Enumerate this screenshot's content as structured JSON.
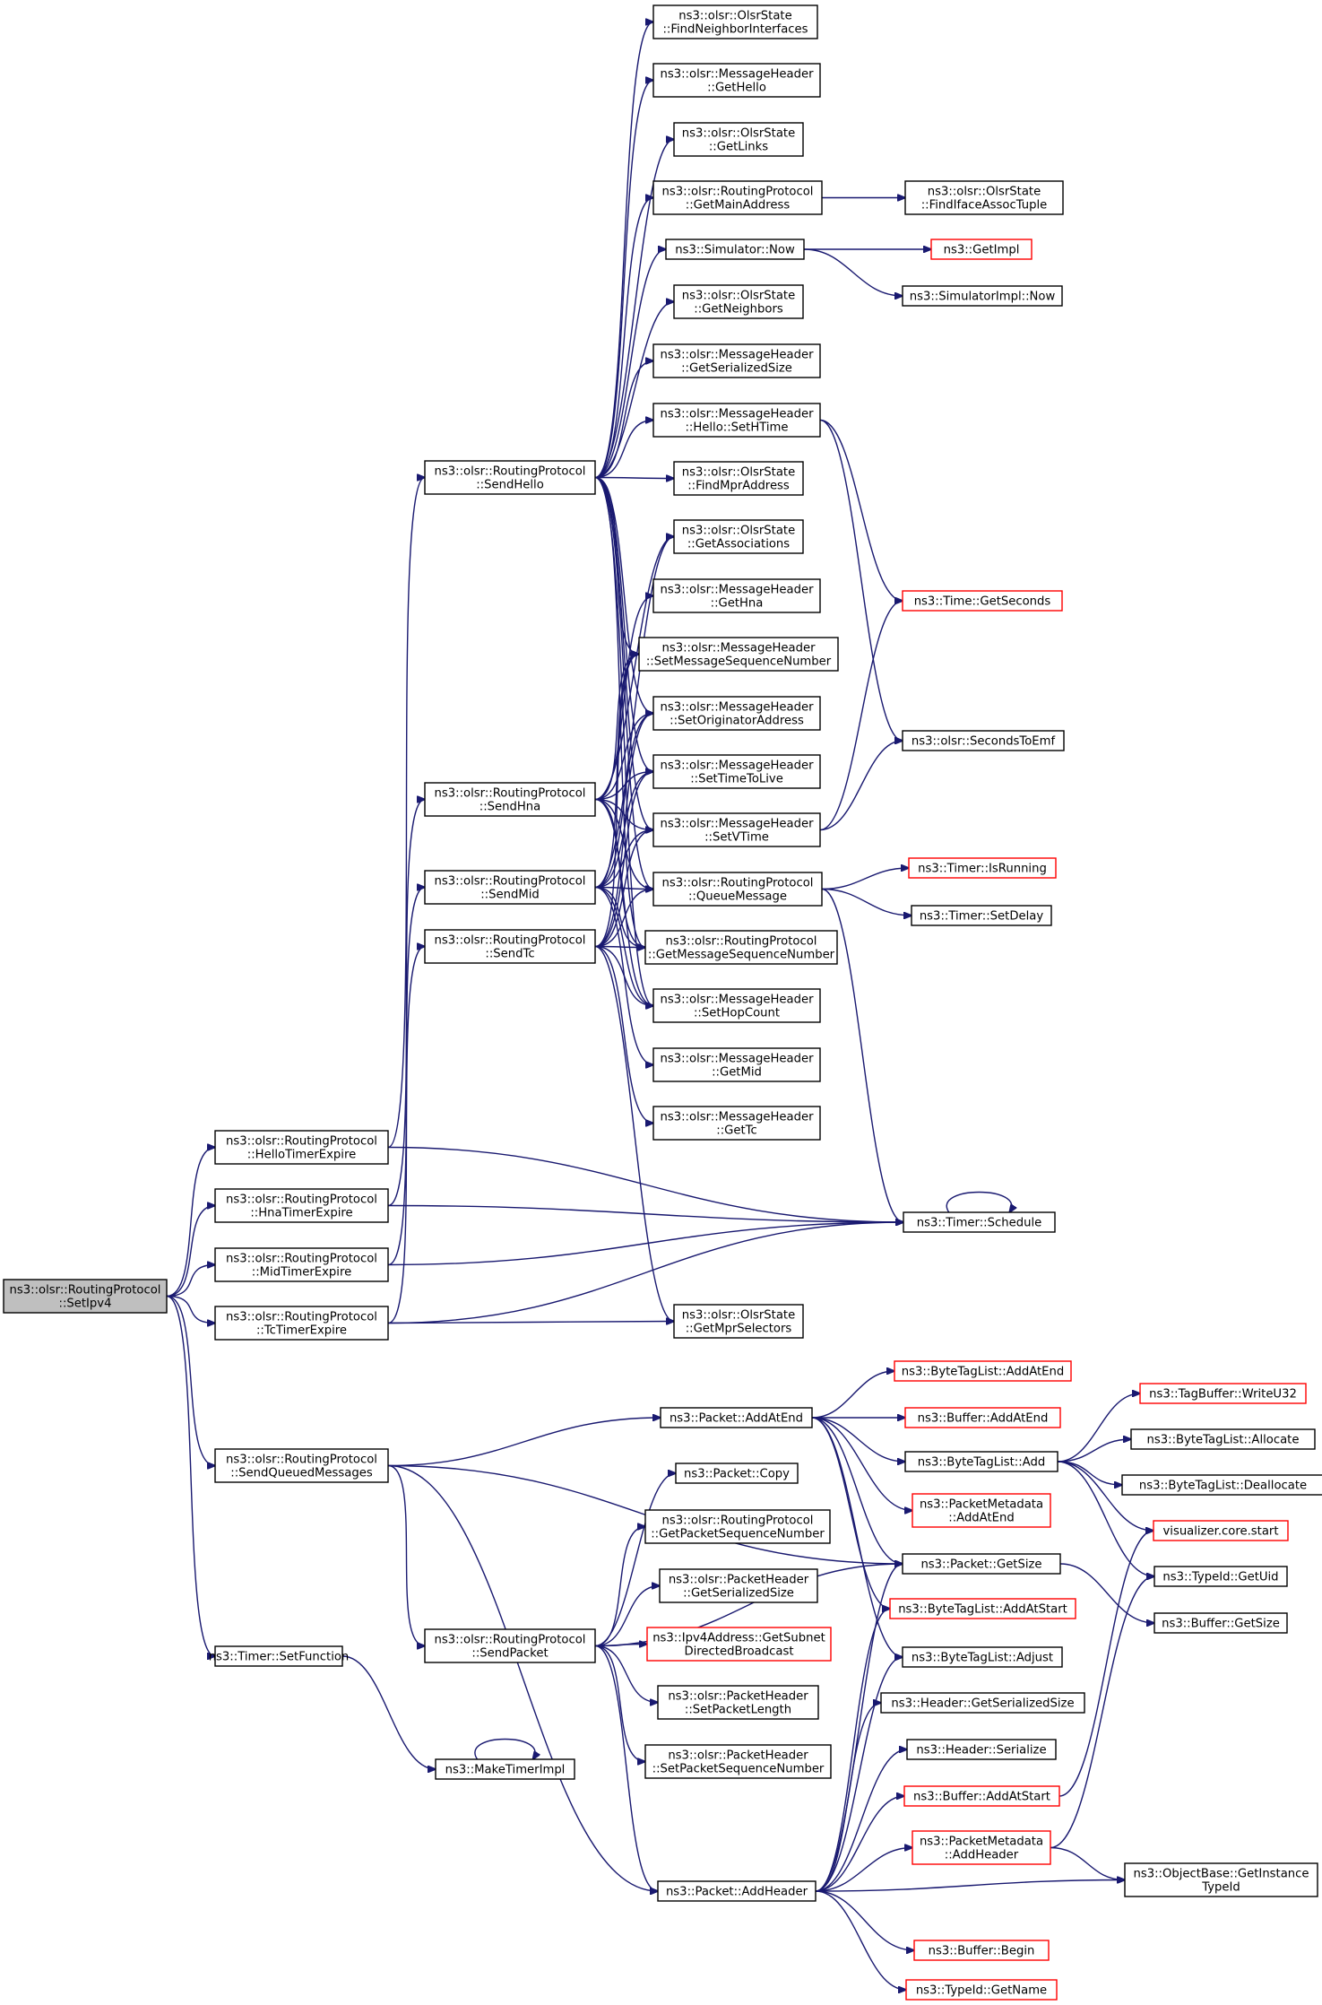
{
  "colors": {
    "edge": "#191970",
    "node_border": "#000000",
    "node_border_truncated": "#ff0000",
    "root_fill": "#bfbfbf",
    "node_fill": "#ffffff"
  },
  "nodes": [
    {
      "id": "setipv4",
      "lines": [
        "ns3::olsr::RoutingProtocol",
        "::SetIpv4"
      ],
      "root": true
    },
    {
      "id": "hellotimer",
      "lines": [
        "ns3::olsr::RoutingProtocol",
        "::HelloTimerExpire"
      ]
    },
    {
      "id": "hnatimer",
      "lines": [
        "ns3::olsr::RoutingProtocol",
        "::HnaTimerExpire"
      ]
    },
    {
      "id": "midtimer",
      "lines": [
        "ns3::olsr::RoutingProtocol",
        "::MidTimerExpire"
      ]
    },
    {
      "id": "tctimer",
      "lines": [
        "ns3::olsr::RoutingProtocol",
        "::TcTimerExpire"
      ]
    },
    {
      "id": "sendqueued",
      "lines": [
        "ns3::olsr::RoutingProtocol",
        "::SendQueuedMessages"
      ]
    },
    {
      "id": "setfunction",
      "lines": [
        "ns3::Timer::SetFunction"
      ]
    },
    {
      "id": "sendhello",
      "lines": [
        "ns3::olsr::RoutingProtocol",
        "::SendHello"
      ]
    },
    {
      "id": "sendhna",
      "lines": [
        "ns3::olsr::RoutingProtocol",
        "::SendHna"
      ]
    },
    {
      "id": "sendmid",
      "lines": [
        "ns3::olsr::RoutingProtocol",
        "::SendMid"
      ]
    },
    {
      "id": "sendtc",
      "lines": [
        "ns3::olsr::RoutingProtocol",
        "::SendTc"
      ]
    },
    {
      "id": "sendpacket",
      "lines": [
        "ns3::olsr::RoutingProtocol",
        "::SendPacket"
      ]
    },
    {
      "id": "maketimerimpl",
      "lines": [
        "ns3::MakeTimerImpl"
      ]
    },
    {
      "id": "findneighborifaces",
      "lines": [
        "ns3::olsr::OlsrState",
        "::FindNeighborInterfaces"
      ]
    },
    {
      "id": "gethello",
      "lines": [
        "ns3::olsr::MessageHeader",
        "::GetHello"
      ]
    },
    {
      "id": "getlinks",
      "lines": [
        "ns3::olsr::OlsrState",
        "::GetLinks"
      ]
    },
    {
      "id": "getmainaddr",
      "lines": [
        "ns3::olsr::RoutingProtocol",
        "::GetMainAddress"
      ]
    },
    {
      "id": "simnow",
      "lines": [
        "ns3::Simulator::Now"
      ]
    },
    {
      "id": "getneighbors",
      "lines": [
        "ns3::olsr::OlsrState",
        "::GetNeighbors"
      ]
    },
    {
      "id": "getserialsize_mh",
      "lines": [
        "ns3::olsr::MessageHeader",
        "::GetSerializedSize"
      ]
    },
    {
      "id": "sethtime",
      "lines": [
        "ns3::olsr::MessageHeader",
        "::Hello::SetHTime"
      ]
    },
    {
      "id": "findmpraddr",
      "lines": [
        "ns3::olsr::OlsrState",
        "::FindMprAddress"
      ]
    },
    {
      "id": "getassoc",
      "lines": [
        "ns3::olsr::OlsrState",
        "::GetAssociations"
      ]
    },
    {
      "id": "gethna",
      "lines": [
        "ns3::olsr::MessageHeader",
        "::GetHna"
      ]
    },
    {
      "id": "setmsgseq",
      "lines": [
        "ns3::olsr::MessageHeader",
        "::SetMessageSequenceNumber"
      ]
    },
    {
      "id": "setorigaddr",
      "lines": [
        "ns3::olsr::MessageHeader",
        "::SetOriginatorAddress"
      ]
    },
    {
      "id": "setttl",
      "lines": [
        "ns3::olsr::MessageHeader",
        "::SetTimeToLive"
      ]
    },
    {
      "id": "setvtime",
      "lines": [
        "ns3::olsr::MessageHeader",
        "::SetVTime"
      ]
    },
    {
      "id": "queuemsg",
      "lines": [
        "ns3::olsr::RoutingProtocol",
        "::QueueMessage"
      ]
    },
    {
      "id": "getmsgseq",
      "lines": [
        "ns3::olsr::RoutingProtocol",
        "::GetMessageSequenceNumber"
      ]
    },
    {
      "id": "sethopcount",
      "lines": [
        "ns3::olsr::MessageHeader",
        "::SetHopCount"
      ]
    },
    {
      "id": "getmid",
      "lines": [
        "ns3::olsr::MessageHeader",
        "::GetMid"
      ]
    },
    {
      "id": "gettc",
      "lines": [
        "ns3::olsr::MessageHeader",
        "::GetTc"
      ]
    },
    {
      "id": "getmprsel",
      "lines": [
        "ns3::olsr::OlsrState",
        "::GetMprSelectors"
      ]
    },
    {
      "id": "addatend",
      "lines": [
        "ns3::Packet::AddAtEnd"
      ]
    },
    {
      "id": "pktcopy",
      "lines": [
        "ns3::Packet::Copy"
      ]
    },
    {
      "id": "getpktseq",
      "lines": [
        "ns3::olsr::RoutingProtocol",
        "::GetPacketSequenceNumber"
      ]
    },
    {
      "id": "getserialsize_ph",
      "lines": [
        "ns3::olsr::PacketHeader",
        "::GetSerializedSize"
      ]
    },
    {
      "id": "ipv4subnet",
      "lines": [
        "ns3::Ipv4Address::GetSubnet",
        "DirectedBroadcast"
      ],
      "red": true
    },
    {
      "id": "setpktlen",
      "lines": [
        "ns3::olsr::PacketHeader",
        "::SetPacketLength"
      ]
    },
    {
      "id": "setpktseq",
      "lines": [
        "ns3::olsr::PacketHeader",
        "::SetPacketSequenceNumber"
      ]
    },
    {
      "id": "addheader",
      "lines": [
        "ns3::Packet::AddHeader"
      ]
    },
    {
      "id": "findiface",
      "lines": [
        "ns3::olsr::OlsrState",
        "::FindIfaceAssocTuple"
      ]
    },
    {
      "id": "getimpl",
      "lines": [
        "ns3::GetImpl"
      ],
      "red": true
    },
    {
      "id": "simimplnow",
      "lines": [
        "ns3::SimulatorImpl::Now"
      ]
    },
    {
      "id": "getseconds",
      "lines": [
        "ns3::Time::GetSeconds"
      ],
      "red": true
    },
    {
      "id": "secondstoemf",
      "lines": [
        "ns3::olsr::SecondsToEmf"
      ]
    },
    {
      "id": "isrunning",
      "lines": [
        "ns3::Timer::IsRunning"
      ],
      "red": true
    },
    {
      "id": "setdelay",
      "lines": [
        "ns3::Timer::SetDelay"
      ]
    },
    {
      "id": "schedule",
      "lines": [
        "ns3::Timer::Schedule"
      ]
    },
    {
      "id": "btl_addatend",
      "lines": [
        "ns3::ByteTagList::AddAtEnd"
      ],
      "red": true
    },
    {
      "id": "buf_addatend",
      "lines": [
        "ns3::Buffer::AddAtEnd"
      ],
      "red": true
    },
    {
      "id": "btl_add",
      "lines": [
        "ns3::ByteTagList::Add"
      ]
    },
    {
      "id": "pm_addatend",
      "lines": [
        "ns3::PacketMetadata",
        "::AddAtEnd"
      ],
      "red": true
    },
    {
      "id": "pkt_getsize",
      "lines": [
        "ns3::Packet::GetSize"
      ]
    },
    {
      "id": "btl_addatstart",
      "lines": [
        "ns3::ByteTagList::AddAtStart"
      ],
      "red": true
    },
    {
      "id": "btl_adjust",
      "lines": [
        "ns3::ByteTagList::Adjust"
      ]
    },
    {
      "id": "hdr_getserial",
      "lines": [
        "ns3::Header::GetSerializedSize"
      ]
    },
    {
      "id": "hdr_serialize",
      "lines": [
        "ns3::Header::Serialize"
      ]
    },
    {
      "id": "buf_addatstart",
      "lines": [
        "ns3::Buffer::AddAtStart"
      ],
      "red": true
    },
    {
      "id": "pm_addheader",
      "lines": [
        "ns3::PacketMetadata",
        "::AddHeader"
      ],
      "red": true
    },
    {
      "id": "buf_begin",
      "lines": [
        "ns3::Buffer::Begin"
      ],
      "red": true
    },
    {
      "id": "typeid_getname",
      "lines": [
        "ns3::TypeId::GetName"
      ],
      "red": true
    },
    {
      "id": "tagbuf_write",
      "lines": [
        "ns3::TagBuffer::WriteU32"
      ],
      "red": true
    },
    {
      "id": "btl_allocate",
      "lines": [
        "ns3::ByteTagList::Allocate"
      ]
    },
    {
      "id": "btl_dealloc",
      "lines": [
        "ns3::ByteTagList::Deallocate"
      ]
    },
    {
      "id": "viz_start",
      "lines": [
        "visualizer.core.start"
      ],
      "red": true
    },
    {
      "id": "typeid_getuid",
      "lines": [
        "ns3::TypeId::GetUid"
      ]
    },
    {
      "id": "buf_getsize",
      "lines": [
        "ns3::Buffer::GetSize"
      ]
    },
    {
      "id": "objbase_gettid",
      "lines": [
        "ns3::ObjectBase::GetInstance",
        "TypeId"
      ]
    }
  ]
}
